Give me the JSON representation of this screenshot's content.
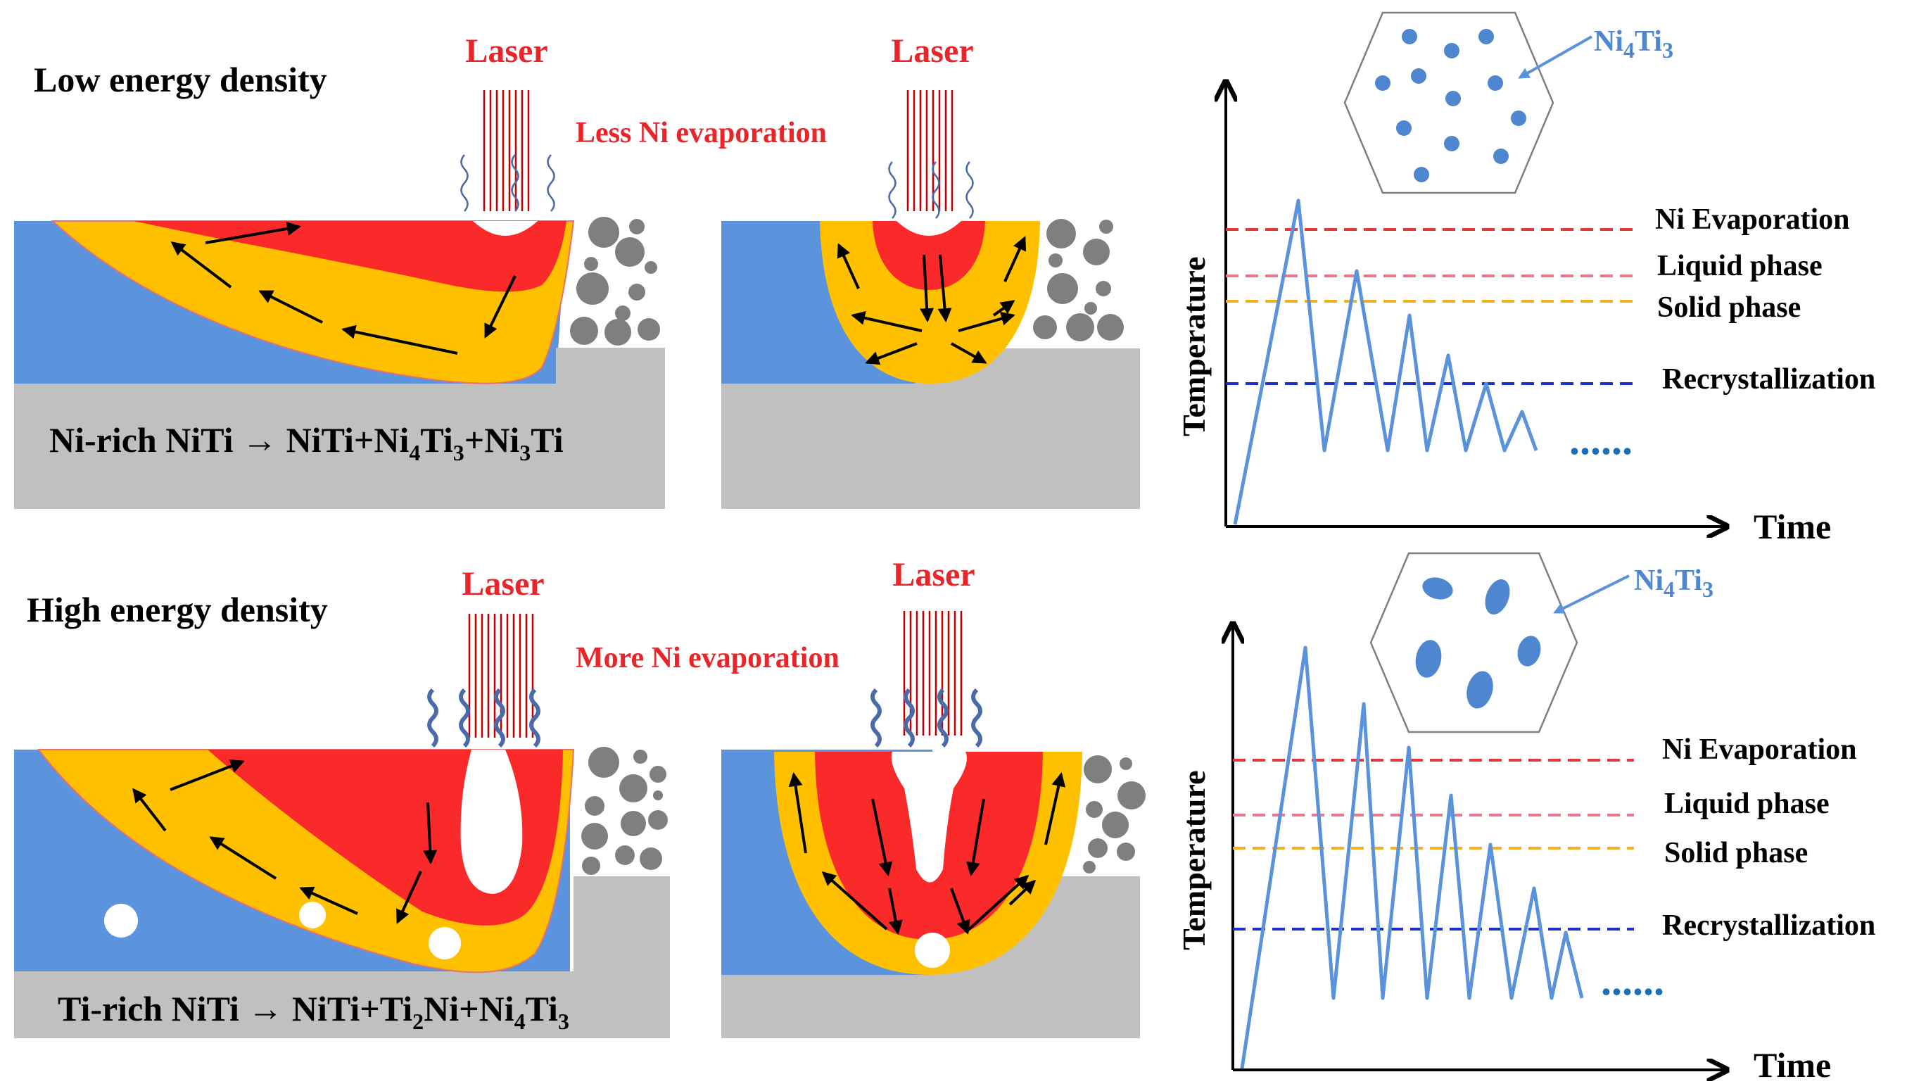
{
  "panels": {
    "low": {
      "title": "Low energy density",
      "laser_left": "Laser",
      "laser_right": "Laser",
      "evaporation": "Less Ni evaporation",
      "reaction": {
        "lhs": "Ni-rich NiTi",
        "arrow": "→",
        "p1": "NiTi+Ni",
        "s1": "4",
        "p2": "Ti",
        "s2": "3",
        "p3": "+Ni",
        "s3": "3",
        "p4": "Ti"
      }
    },
    "high": {
      "title": "High energy density",
      "laser_left": "Laser",
      "laser_right": "Laser",
      "evaporation": "More Ni evaporation",
      "reaction": {
        "lhs": "Ti-rich NiTi",
        "arrow": "→",
        "p1": "NiTi+Ti",
        "s1": "2",
        "p2": "Ni+Ni",
        "s2": "4",
        "p3": "Ti",
        "s3": "3"
      }
    }
  },
  "precipitate": {
    "base": "Ni",
    "sub1": "4",
    "mid": "Ti",
    "sub2": "3"
  },
  "thermal_plots": {
    "ylabel": "Temperature",
    "xlabel": "Time",
    "levels": [
      {
        "name": "Ni Evaporation",
        "color": "#e03a3a"
      },
      {
        "name": "Liquid phase",
        "color": "#e8788a"
      },
      {
        "name": "Solid phase",
        "color": "#f0b020"
      },
      {
        "name": "Recrystallization",
        "color": "#1c30c8"
      }
    ],
    "curve_color": "#5a92dc",
    "continuation": "......"
  },
  "colors": {
    "substrate": "#c0c0c0",
    "solid": "#5b94dd",
    "mushy": "#ffc000",
    "melt": "#fb2a2a",
    "powder": "#7f7f7f",
    "laser": "#c00000",
    "vapor": "#4a6aa8"
  }
}
